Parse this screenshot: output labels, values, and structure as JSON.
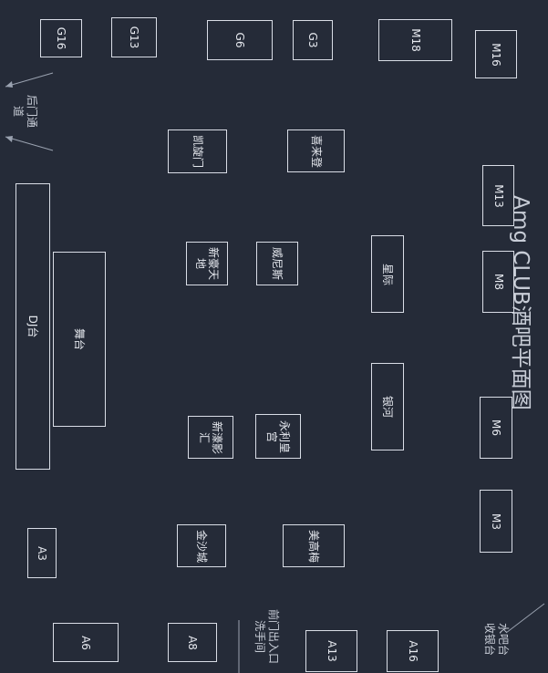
{
  "title": "Amg CLUB酒吧平面图",
  "notes": {
    "back_passage": [
      "后门通",
      "道"
    ],
    "front_entrance": [
      "前门出入口",
      "洗手间"
    ],
    "bar": [
      "水吧台",
      "收银台"
    ]
  },
  "rooms": {
    "g16": "G16",
    "g13": "G13",
    "g6": "G6",
    "g3": "G3",
    "m18": "M18",
    "m16": "M16",
    "m13": "M13",
    "m8": "M8",
    "m6": "M6",
    "m3": "M3",
    "kaixuanmen": "凯旋门",
    "xilaideng": "喜来登",
    "xinhaotiandi": "新豪天地",
    "weinisi": "威尼斯",
    "xingji": "星际",
    "yinhe": "银河",
    "xinhaoyinghui": "新濠影汇",
    "yonglihuanggong": "永利皇宫",
    "jinshacheng": "金沙城",
    "meigaomei": "美高梅",
    "dj": "DJ台",
    "stage": "舞台",
    "a3": "A3",
    "a6": "A6",
    "a8": "A8",
    "a13": "A13",
    "a16": "A16"
  }
}
